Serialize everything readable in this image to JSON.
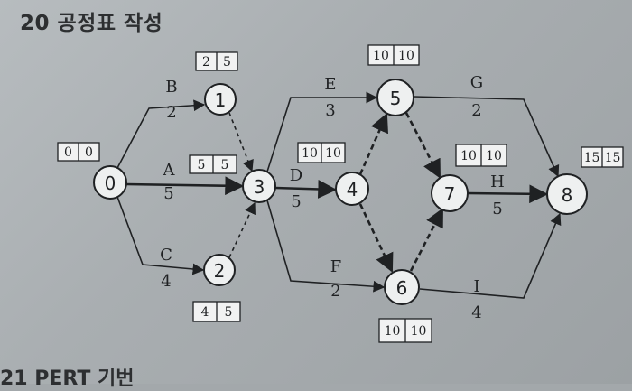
{
  "title": "20 공정표 작성",
  "footer": "21 PERT 기번",
  "nodes": [
    {
      "id": "0",
      "label": "0",
      "times": [
        "0",
        "0"
      ]
    },
    {
      "id": "1",
      "label": "1",
      "times": [
        "2",
        "5"
      ]
    },
    {
      "id": "2",
      "label": "2",
      "times": [
        "4",
        "5"
      ]
    },
    {
      "id": "3",
      "label": "3",
      "times": [
        "5",
        "5"
      ]
    },
    {
      "id": "4",
      "label": "4",
      "times": [
        "10",
        "10"
      ]
    },
    {
      "id": "5",
      "label": "5",
      "times": [
        "10",
        "10"
      ]
    },
    {
      "id": "6",
      "label": "6",
      "times": [
        "10",
        "10"
      ]
    },
    {
      "id": "7",
      "label": "7",
      "times": [
        "10",
        "10"
      ]
    },
    {
      "id": "8",
      "label": "8",
      "times": [
        "15",
        "15"
      ]
    }
  ],
  "activities": [
    {
      "id": "A",
      "from": "0",
      "to": "3",
      "name": "A",
      "duration": "5",
      "critical": true
    },
    {
      "id": "B",
      "from": "0",
      "to": "1",
      "name": "B",
      "duration": "2",
      "critical": false
    },
    {
      "id": "C",
      "from": "0",
      "to": "2",
      "name": "C",
      "duration": "4",
      "critical": false
    },
    {
      "id": "D",
      "from": "3",
      "to": "4",
      "name": "D",
      "duration": "5",
      "critical": true
    },
    {
      "id": "E",
      "from": "3",
      "to": "5",
      "name": "E",
      "duration": "3",
      "critical": false
    },
    {
      "id": "F",
      "from": "3",
      "to": "6",
      "name": "F",
      "duration": "2",
      "critical": false
    },
    {
      "id": "G",
      "from": "5",
      "to": "8",
      "name": "G",
      "duration": "2",
      "critical": false
    },
    {
      "id": "H",
      "from": "7",
      "to": "8",
      "name": "H",
      "duration": "5",
      "critical": true
    },
    {
      "id": "I",
      "from": "6",
      "to": "8",
      "name": "I",
      "duration": "4",
      "critical": false
    }
  ],
  "dummies": [
    {
      "from": "1",
      "to": "3",
      "critical": false
    },
    {
      "from": "2",
      "to": "3",
      "critical": false
    },
    {
      "from": "4",
      "to": "5",
      "critical": true
    },
    {
      "from": "4",
      "to": "6",
      "critical": true
    },
    {
      "from": "5",
      "to": "7",
      "critical": true
    },
    {
      "from": "6",
      "to": "7",
      "critical": true
    }
  ]
}
